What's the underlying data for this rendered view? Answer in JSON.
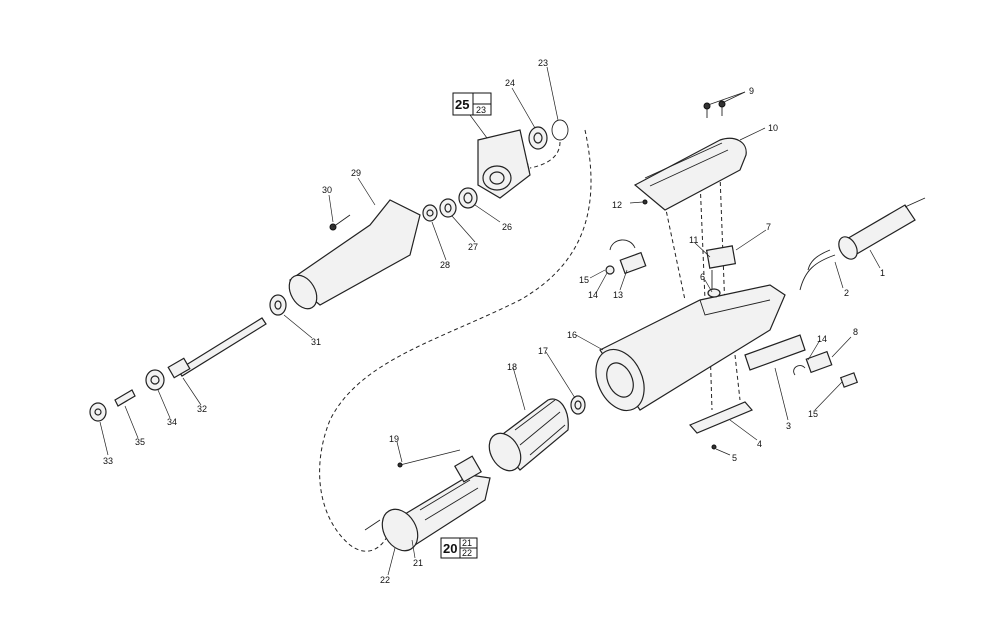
{
  "diagram": {
    "part_labels": {
      "p1": "1",
      "p2": "2",
      "p3": "3",
      "p4": "4",
      "p5": "5",
      "p6": "6",
      "p7": "7",
      "p8": "8",
      "p9": "9",
      "p10": "10",
      "p11": "11",
      "p12": "12",
      "p13": "13",
      "p14a": "14",
      "p15a": "15",
      "p14b": "14",
      "p15b": "15",
      "p16": "16",
      "p17": "17",
      "p18": "18",
      "p19": "19",
      "p21": "21",
      "p22": "22",
      "p23": "23",
      "p24": "24",
      "p26": "26",
      "p27": "27",
      "p28": "28",
      "p29": "29",
      "p30": "30",
      "p31": "31",
      "p32": "32",
      "p33": "33",
      "p34": "34",
      "p35": "35"
    },
    "kit_boxes": {
      "upper": {
        "main": "25",
        "sub": "23"
      },
      "lower": {
        "main": "20",
        "sub_top": "21",
        "sub_bottom": "22"
      }
    }
  }
}
